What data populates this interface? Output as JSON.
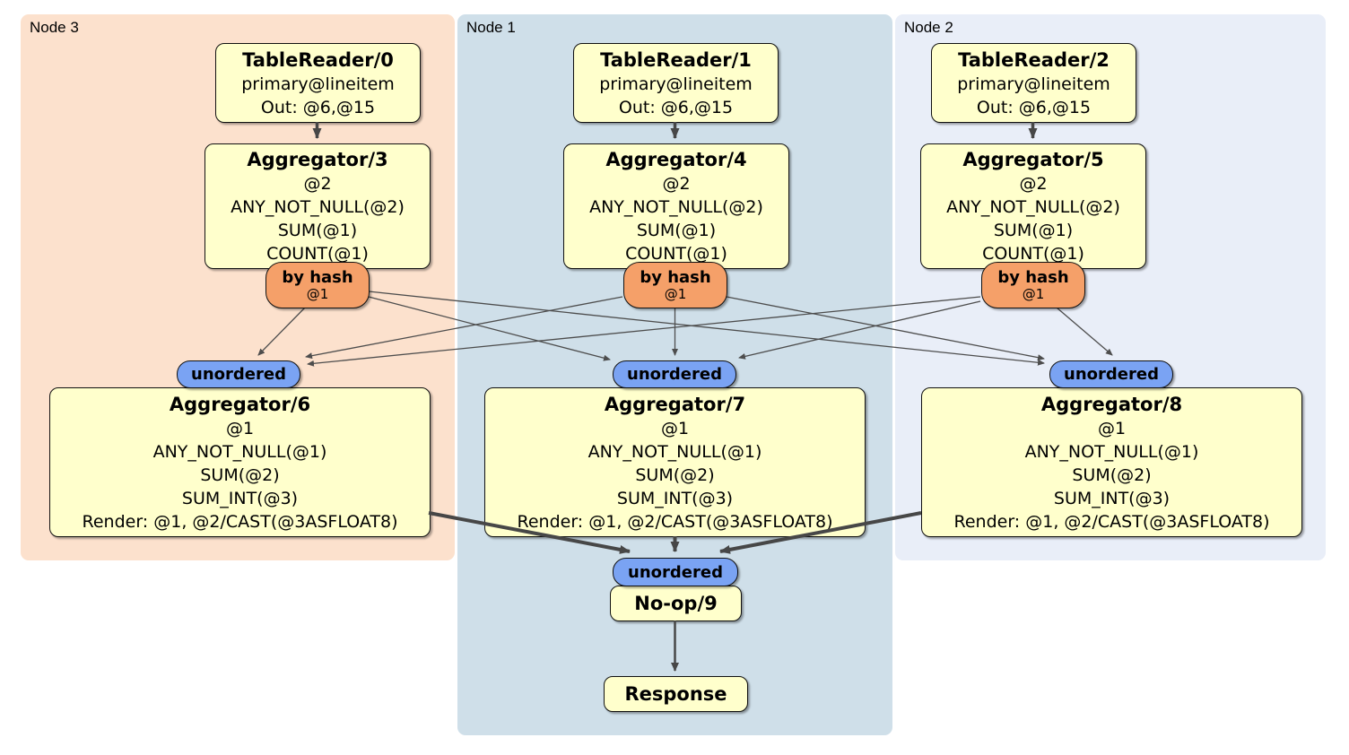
{
  "node_groups": [
    {
      "label": "Node 3"
    },
    {
      "label": "Node 1"
    },
    {
      "label": "Node 2"
    }
  ],
  "table_readers": [
    {
      "title": "TableReader/0",
      "index": "primary@lineitem",
      "out": "Out: @6,@15"
    },
    {
      "title": "TableReader/1",
      "index": "primary@lineitem",
      "out": "Out: @6,@15"
    },
    {
      "title": "TableReader/2",
      "index": "primary@lineitem",
      "out": "Out: @6,@15"
    }
  ],
  "stage1_aggregators": [
    {
      "title": "Aggregator/3",
      "group_by": "@2",
      "funcs": [
        "ANY_NOT_NULL(@2)",
        "SUM(@1)",
        "COUNT(@1)"
      ]
    },
    {
      "title": "Aggregator/4",
      "group_by": "@2",
      "funcs": [
        "ANY_NOT_NULL(@2)",
        "SUM(@1)",
        "COUNT(@1)"
      ]
    },
    {
      "title": "Aggregator/5",
      "group_by": "@2",
      "funcs": [
        "ANY_NOT_NULL(@2)",
        "SUM(@1)",
        "COUNT(@1)"
      ]
    }
  ],
  "hash_routers": [
    {
      "label": "by hash",
      "columns": "@1"
    },
    {
      "label": "by hash",
      "columns": "@1"
    },
    {
      "label": "by hash",
      "columns": "@1"
    }
  ],
  "unordered_syncs": [
    {
      "label": "unordered"
    },
    {
      "label": "unordered"
    },
    {
      "label": "unordered"
    },
    {
      "label": "unordered"
    }
  ],
  "stage2_aggregators": [
    {
      "title": "Aggregator/6",
      "group_by": "@1",
      "funcs": [
        "ANY_NOT_NULL(@1)",
        "SUM(@2)",
        "SUM_INT(@3)"
      ],
      "render": "Render: @1, @2/CAST(@3ASFLOAT8)"
    },
    {
      "title": "Aggregator/7",
      "group_by": "@1",
      "funcs": [
        "ANY_NOT_NULL(@1)",
        "SUM(@2)",
        "SUM_INT(@3)"
      ],
      "render": "Render: @1, @2/CAST(@3ASFLOAT8)"
    },
    {
      "title": "Aggregator/8",
      "group_by": "@1",
      "funcs": [
        "ANY_NOT_NULL(@1)",
        "SUM(@2)",
        "SUM_INT(@3)"
      ],
      "render": "Render: @1, @2/CAST(@3ASFLOAT8)"
    }
  ],
  "noop": {
    "title": "No-op/9"
  },
  "response": {
    "title": "Response"
  },
  "colors": {
    "node3_bg": "#fce1cd",
    "node1_bg": "#cfdfe9",
    "node2_bg": "#e9eef8",
    "plan_box_bg": "#ffffcc",
    "hash_router_bg": "#f5a069",
    "unordered_sync_bg": "#7aa3f3",
    "edge": "#474747"
  }
}
